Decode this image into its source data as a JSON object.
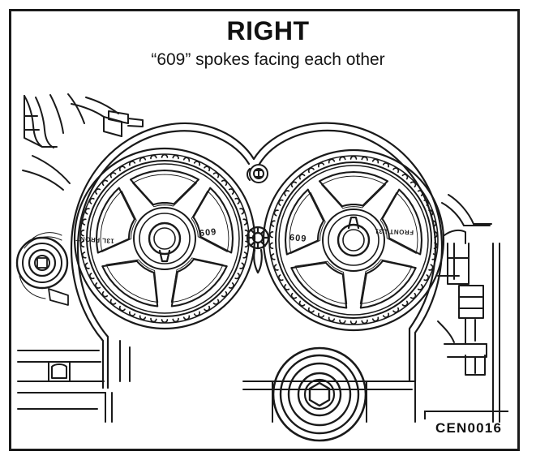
{
  "figure": {
    "title": "RIGHT",
    "subtitle": "“609” spokes facing each other",
    "id_label": "CEN0016",
    "border_color": "#1a1a1a",
    "background_color": "#ffffff",
    "line_color": "#1a1a1a"
  },
  "markings": {
    "left_sprocket_609": "609",
    "left_sprocket_front": "13L FRONT",
    "right_sprocket_609": "609",
    "right_sprocket_front": "FRONT L31"
  },
  "components": {
    "left_sprocket": "left-camshaft-sprocket",
    "right_sprocket": "right-camshaft-sprocket",
    "crank_pulley": "crankshaft-pulley",
    "tensioner_pulley": "belt-tensioner-pulley",
    "mesh_point": "sprocket-mesh-point",
    "alignment_bolt": "alignment-bolt",
    "engine_block": "engine-block-outline",
    "timing_belt": "timing-belt-path",
    "mounting_bracket": "mounting-bracket"
  }
}
